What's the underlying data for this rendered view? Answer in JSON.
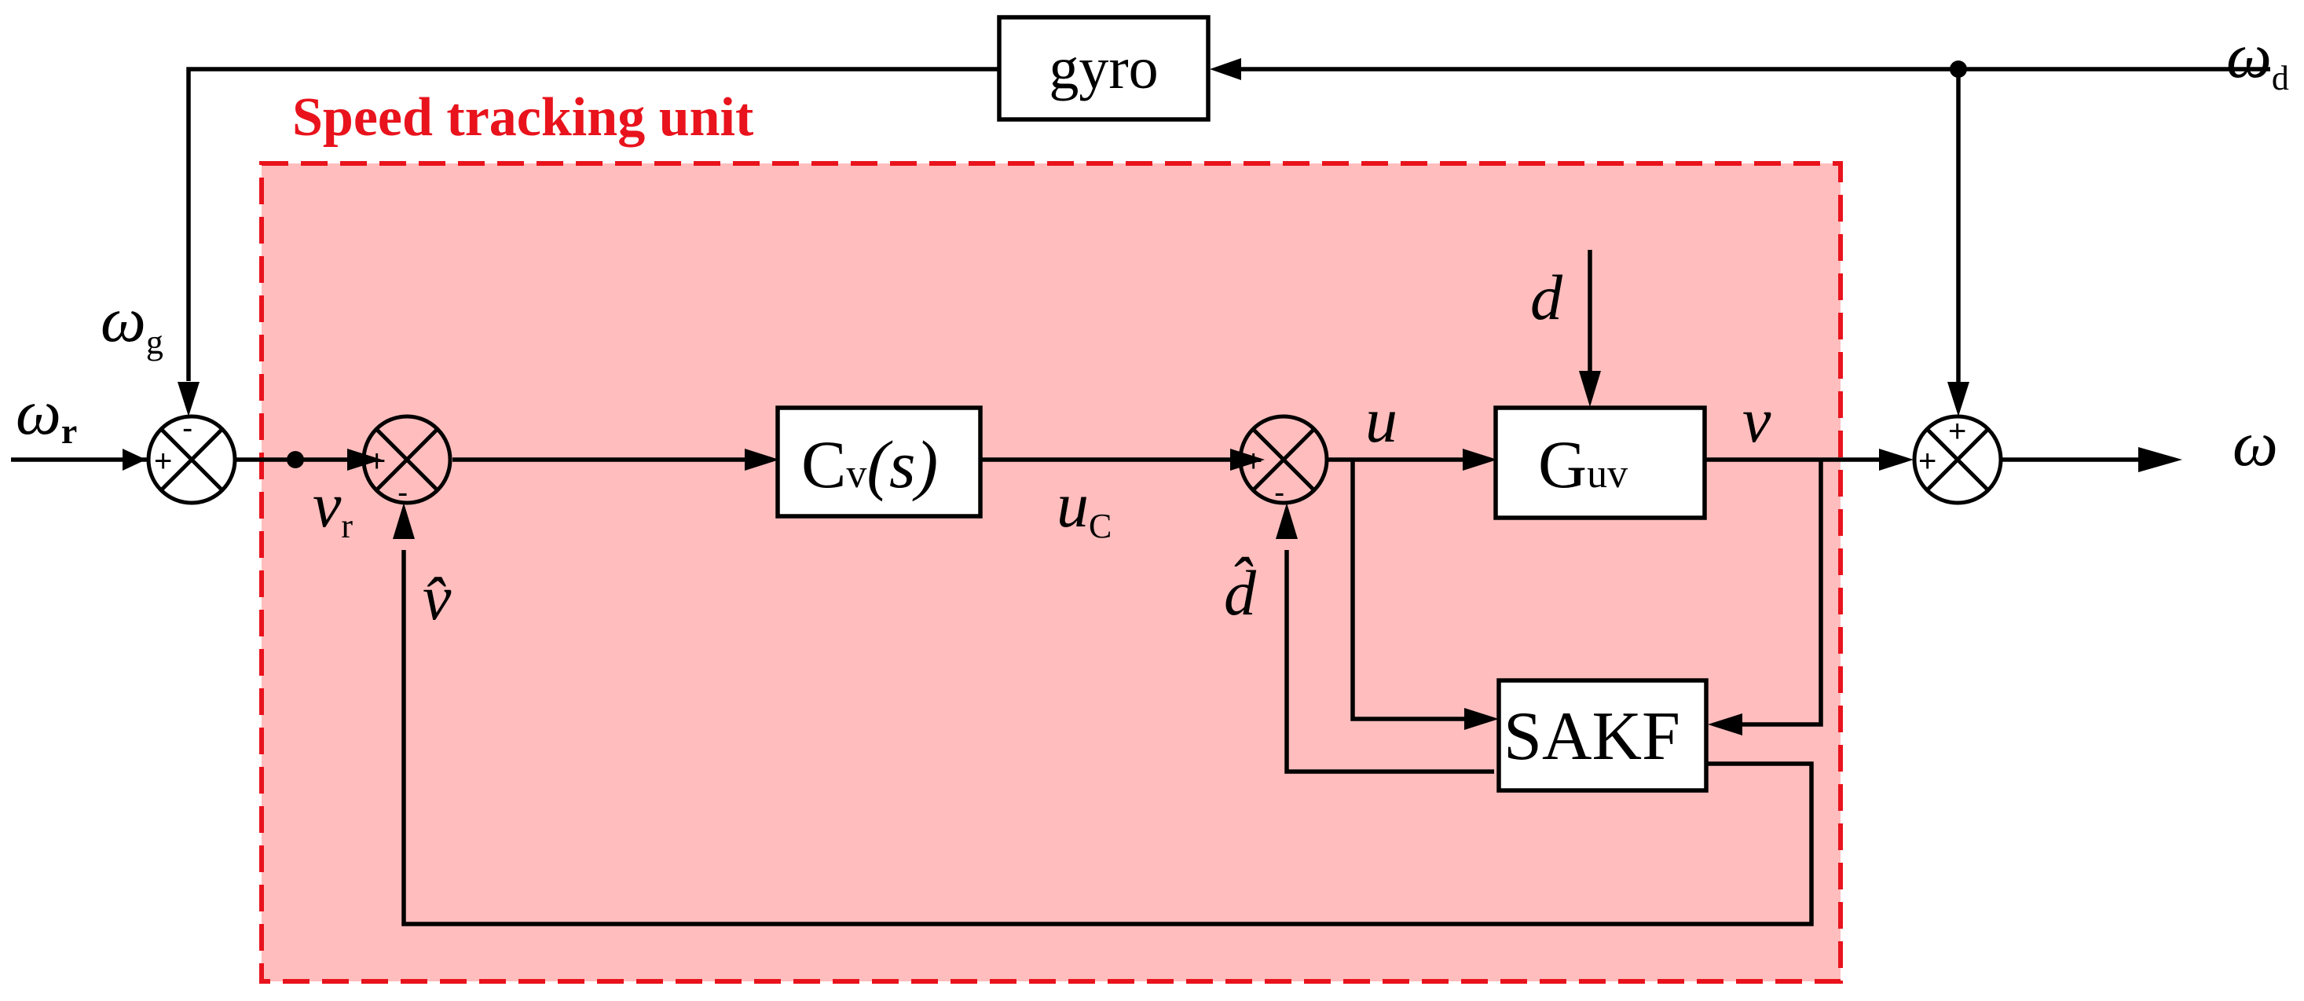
{
  "colors": {
    "unit_fill": "#ffbdbd",
    "unit_border": "#e8131c",
    "unit_title": "#e8131c",
    "line": "#000000"
  },
  "unit": {
    "title": "Speed tracking unit"
  },
  "blocks": {
    "gyro": "gyro",
    "controller": {
      "main": "C",
      "sub": "v",
      "arg": "(s)"
    },
    "plant": {
      "main": "G",
      "sub": "uv"
    },
    "filter": "SAKF"
  },
  "signals": {
    "omega_r": {
      "main": "ω",
      "sub": "r"
    },
    "omega_g": {
      "main": "ω",
      "sub": "g"
    },
    "omega_d": {
      "main": "ω",
      "sub": "d"
    },
    "omega_out": "ω",
    "v_r": {
      "main": "v",
      "sub": "r"
    },
    "v_hat": "v̂",
    "u_c": {
      "main": "u",
      "sub": "C"
    },
    "u": "u",
    "v": "v",
    "d": "d",
    "d_hat": "d̂"
  },
  "signs": {
    "sum1_top": "-",
    "sum1_left": "+",
    "sum2_left": "+",
    "sum2_bottom": "-",
    "sum3_left": "+",
    "sum3_bottom": "-",
    "sum4_top": "+",
    "sum4_left": "+"
  }
}
